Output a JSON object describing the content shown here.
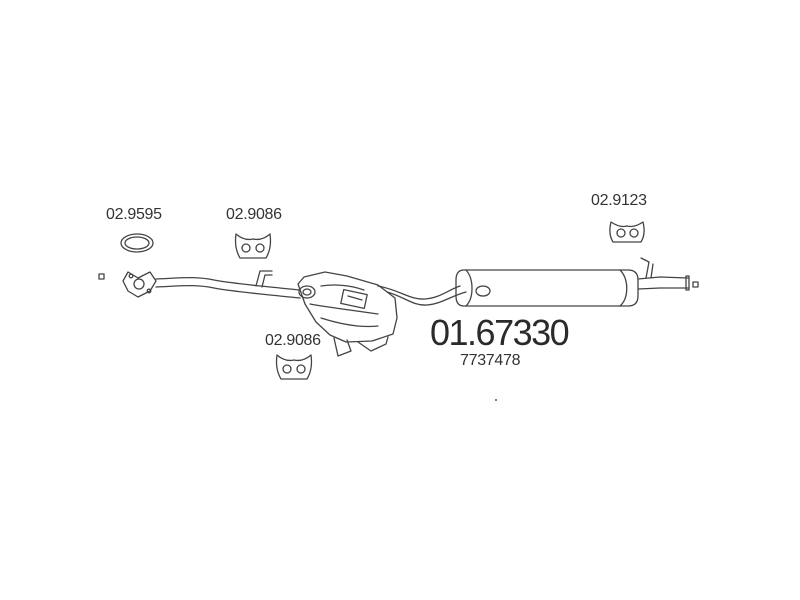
{
  "diagram": {
    "main_part_number": "01.67330",
    "oem_number": "7737478",
    "components": [
      {
        "part_number": "02.9595",
        "icon": "gasket-ring-icon"
      },
      {
        "part_number": "02.9086",
        "icon": "rubber-hanger-icon"
      },
      {
        "part_number": "02.9086",
        "icon": "rubber-hanger-icon"
      },
      {
        "part_number": "02.9123",
        "icon": "rubber-hanger-icon"
      }
    ]
  }
}
